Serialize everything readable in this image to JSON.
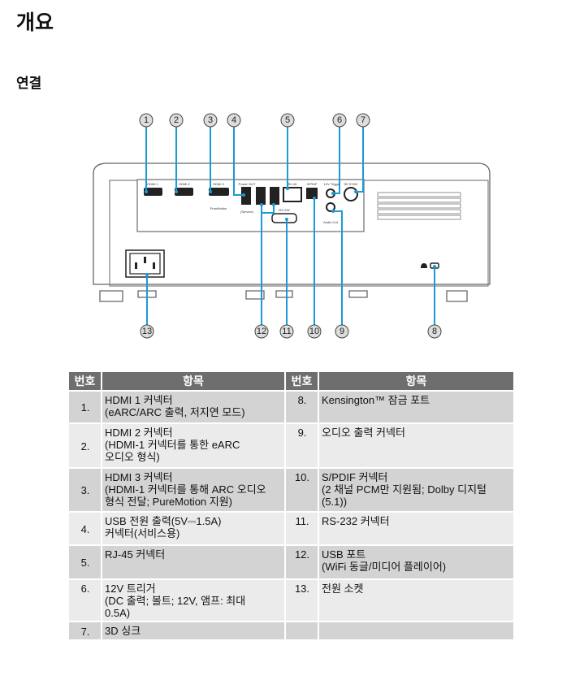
{
  "title": "개요",
  "section": "연결",
  "diagram": {
    "port_labels": {
      "hdmi1": "HDMI 1",
      "hdmi2": "HDMI 2",
      "hdmi3": "HDMI 3",
      "power_out": "Power OUT",
      "service": "(Service)",
      "rj45": "RJ-45",
      "spdif": "S/PDIF",
      "trigger": "12V Trigger",
      "sync3d": "3D SYNC",
      "rs232": "RS-232",
      "audio_out": "Audio Out",
      "puremotion": "PureMotion"
    },
    "callouts": [
      "1",
      "2",
      "3",
      "4",
      "5",
      "6",
      "7",
      "8",
      "9",
      "10",
      "11",
      "12",
      "13"
    ],
    "accent_color": "#1a9ad6"
  },
  "table": {
    "header_num": "번호",
    "header_item": "항목",
    "left_rows": [
      {
        "num": "1.",
        "text": "HDMI 1 커넥터\n(eARC/ARC 출력, 저지연 모드)"
      },
      {
        "num": "2.",
        "text": "HDMI 2 커넥터\n(HDMI-1 커넥터를 통한 eARC\n오디오 형식)"
      },
      {
        "num": "3.",
        "text": "HDMI 3 커넥터\n(HDMI-1 커넥터를 통해 ARC 오디오\n형식 전달; PureMotion 지원)"
      },
      {
        "num": "4.",
        "text": "USB 전원 출력(5V⎓1.5A)\n커넥터(서비스용)"
      },
      {
        "num": "5.",
        "text": "RJ-45 커넥터"
      },
      {
        "num": "6.",
        "text": "12V 트리거\n(DC 출력; 볼트; 12V, 앰프: 최대\n0.5A)"
      },
      {
        "num": "7.",
        "text": "3D 싱크"
      }
    ],
    "right_rows": [
      {
        "num": "8.",
        "text": "Kensington™ 잠금 포트"
      },
      {
        "num": "9.",
        "text": "오디오 출력 커넥터"
      },
      {
        "num": "10.",
        "text": "S/PDIF 커넥터\n(2 채널 PCM만 지원됨; Dolby 디지털\n(5.1))"
      },
      {
        "num": "11.",
        "text": "RS-232 커넥터"
      },
      {
        "num": "12.",
        "text": "USB 포트\n(WiFi 동글/미디어 플레이어)"
      },
      {
        "num": "13.",
        "text": "전원 소켓"
      },
      {
        "num": "",
        "text": ""
      }
    ]
  }
}
